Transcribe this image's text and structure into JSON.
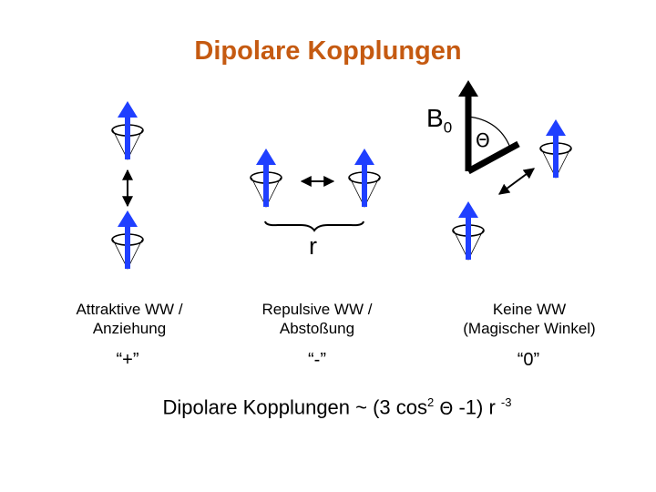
{
  "title": "Dipolare Kopplungen",
  "labels": {
    "b0_main": "B",
    "b0_sub": "0",
    "r": "r",
    "theta": "Θ"
  },
  "cases": [
    {
      "caption_line1": "Attraktive WW /",
      "caption_line2": "Anziehung",
      "sign": "“+”"
    },
    {
      "caption_line1": "Repulsive WW /",
      "caption_line2": "Abstoßung",
      "sign": "“-”"
    },
    {
      "caption_line1": "Keine WW",
      "caption_line2": "(Magischer Winkel)",
      "sign": "“0”"
    }
  ],
  "formula": {
    "prefix": "Dipolare Kopplungen ~ (3 cos",
    "exp1": "2",
    "theta": "Θ",
    "middle": " -1)  r ",
    "exp2": "-3"
  },
  "colors": {
    "title": "#c55a11",
    "spin_arrow": "#1f3fff",
    "line": "#000000"
  }
}
